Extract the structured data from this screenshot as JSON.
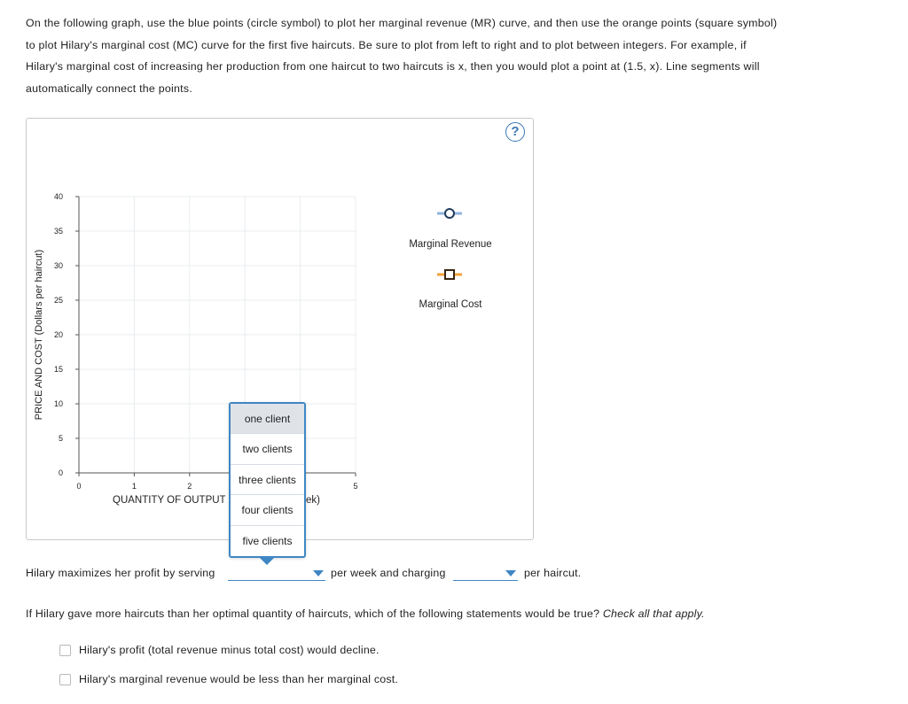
{
  "instructions": {
    "line1": "On the following graph, use the blue points (circle symbol) to plot her marginal revenue (MR) curve, and then use the orange points (square symbol)",
    "line2": "to plot Hilary's marginal cost (MC) curve for the first five haircuts. Be sure to plot from left to right and to plot between integers. For example, if",
    "line3": "Hilary's marginal cost of increasing her production from one haircut to two haircuts is x, then you would plot a point at (1.5, x). Line segments will",
    "line4": "automatically connect the points."
  },
  "graph": {
    "help_icon": "?",
    "y_axis_label": "PRICE AND COST (Dollars per haircut)",
    "x_axis_label_visible": "QUANTITY OF OUTPUT",
    "x_axis_label_tail": "ek)",
    "y_ticks": [
      "40",
      "35",
      "30",
      "25",
      "20",
      "15",
      "10",
      "5",
      "0"
    ],
    "x_ticks": [
      "0",
      "1",
      "2",
      "5"
    ],
    "legend": {
      "mr_label": "Marginal Revenue",
      "mr_icon": "blue-circle-marker",
      "mr_color": "#5b8fcf",
      "mc_label": "Marginal Cost",
      "mc_icon": "orange-square-marker",
      "mc_color": "#f0a038"
    }
  },
  "dropdown": {
    "options": [
      "one client",
      "two clients",
      "three clients",
      "four clients",
      "five clients"
    ],
    "highlighted": "one client"
  },
  "profit_sentence": {
    "prefix": "Hilary maximizes her profit by serving",
    "middle": "per week and charging",
    "suffix": "per haircut.",
    "quantity_value": "",
    "price_value": ""
  },
  "question": {
    "text": "If Hilary gave more haircuts than her optimal quantity of haircuts, which of the following statements would be true?",
    "hint": "Check all that apply.",
    "options": [
      "Hilary's profit (total revenue minus total cost) would decline.",
      "Hilary's marginal revenue would be less than her marginal cost."
    ]
  }
}
